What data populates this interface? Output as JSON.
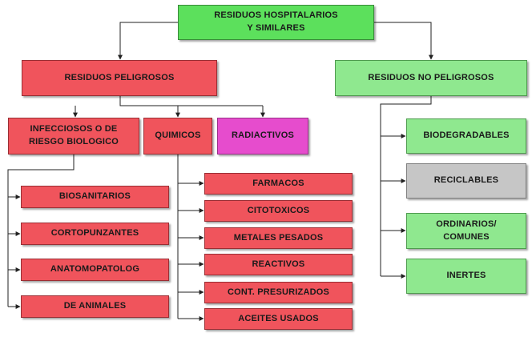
{
  "root": {
    "label_line1": "RESIDUOS HOSPITALARIOS",
    "label_line2": "Y SIMILARES"
  },
  "peligrosos": {
    "label": "RESIDUOS PELIGROSOS"
  },
  "no_peligrosos": {
    "label": "RESIDUOS NO PELIGROSOS"
  },
  "infecciosos": {
    "label_line1": "INFECCIOSOS O DE",
    "label_line2": "RIESGO BIOLOGICO"
  },
  "quimicos": {
    "label": "QUIMICOS"
  },
  "radiactivos": {
    "label": "RADIACTIVOS"
  },
  "infecciosos_children": [
    "BIOSANITARIOS",
    "CORTOPUNZANTES",
    "ANATOMOPATOLOG",
    "DE ANIMALES"
  ],
  "quimicos_children": [
    "FARMACOS",
    "CITOTOXICOS",
    "METALES PESADOS",
    "REACTIVOS",
    "CONT. PRESURIZADOS",
    "ACEITES USADOS"
  ],
  "no_peligrosos_children": {
    "biodegradables": "BIODEGRADABLES",
    "reciclables": "RECICLABLES",
    "ordinarios_line1": "ORDINARIOS/",
    "ordinarios_line2": "COMUNES",
    "inertes": "INERTES"
  },
  "colors": {
    "root": "#5ce05c",
    "danger": "#f0545c",
    "safe": "#8fe88f",
    "radioactive": "#e64ccd",
    "recyclable": "#c6c6c6",
    "connector": "#222222"
  }
}
